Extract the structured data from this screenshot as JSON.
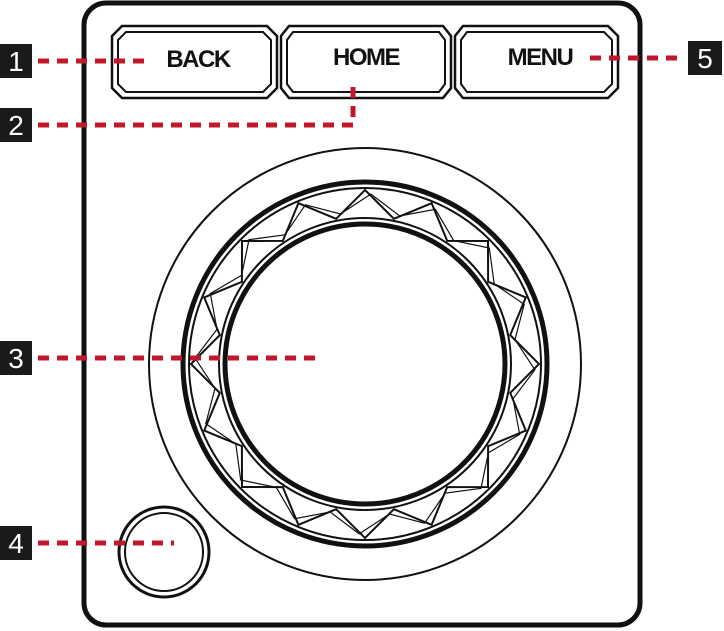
{
  "buttons": {
    "back": "BACK",
    "home": "HOME",
    "menu": "MENU"
  },
  "callouts": {
    "c1": "1",
    "c2": "2",
    "c3": "3",
    "c4": "4",
    "c5": "5"
  },
  "colors": {
    "line": "#111111",
    "callout_line": "#c0182a",
    "callout_box": "#1a1a1a"
  },
  "icons": {
    "dial": "rotary-dial-icon",
    "small_button": "round-button-icon"
  }
}
